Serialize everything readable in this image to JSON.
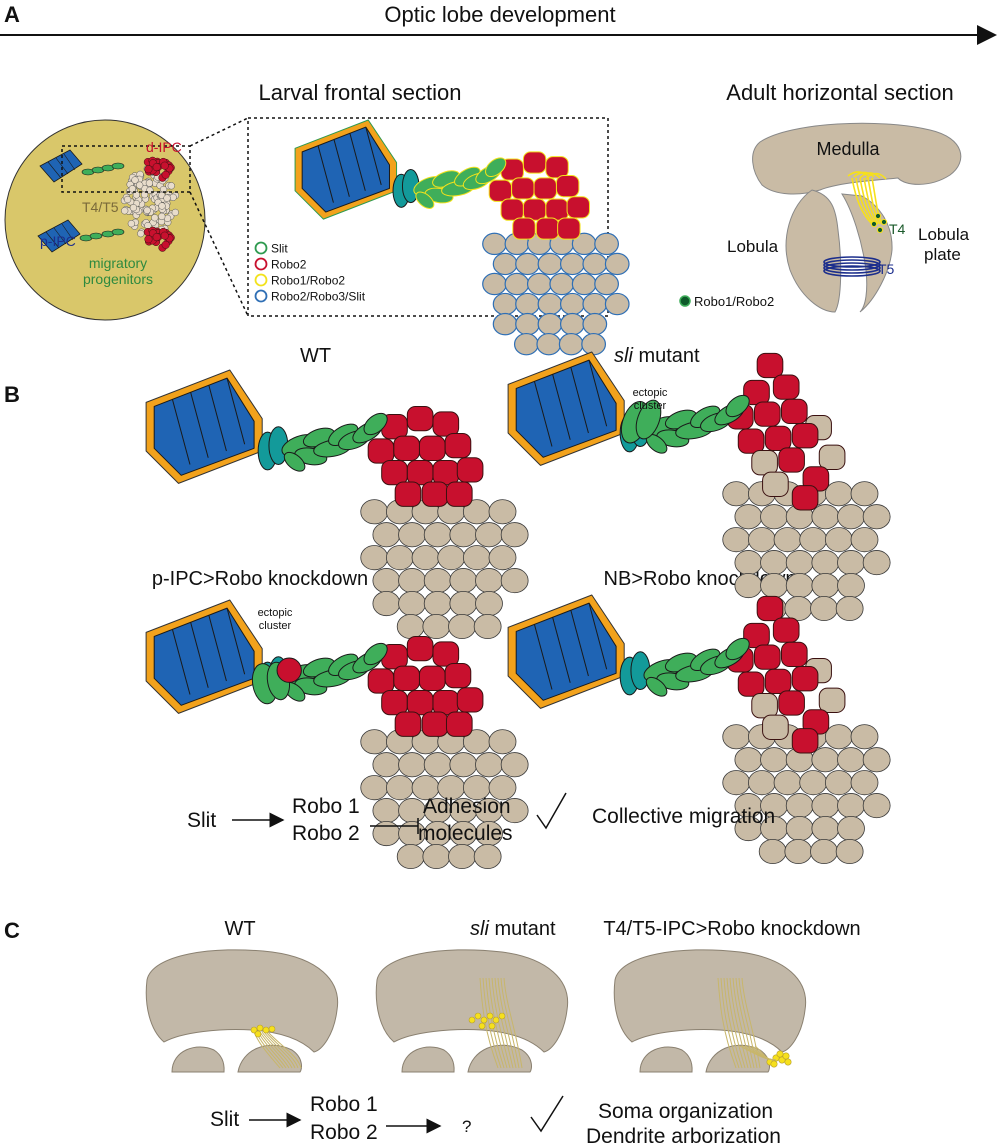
{
  "panel_a": {
    "letter": "A",
    "timeline_label": "Optic lobe development",
    "larval_title": "Larval frontal section",
    "adult_title": "Adult horizontal section",
    "circle_labels": {
      "d_ipc": "d-IPC",
      "t4t5": "T4/T5",
      "p_ipc": "p-IPC",
      "migratory_1": "migratory",
      "migratory_2": "progenitors"
    },
    "legend": [
      {
        "label": "Slit",
        "color": "#2e9a4f"
      },
      {
        "label": "Robo2",
        "color": "#c8102e"
      },
      {
        "label": "Robo1/Robo2",
        "color": "#f2e21c"
      },
      {
        "label": "Robo2/Robo3/Slit",
        "color": "#2f6fb5"
      }
    ],
    "adult_labels": {
      "medulla": "Medulla",
      "lobula": "Lobula",
      "lobula_plate_1": "Lobula",
      "lobula_plate_2": "plate",
      "t4": "T4",
      "t5": "T5",
      "robo_legend": "Robo1/Robo2"
    }
  },
  "panel_b": {
    "letter": "B",
    "titles": {
      "wt": "WT",
      "sli_italic": "sli",
      "sli_rest": " mutant",
      "pipc": "p-IPC>Robo knockdown",
      "nb": "NB>Robo knockdown"
    },
    "ectopic_1": "ectopic",
    "ectopic_2": "cluster",
    "pathway": {
      "slit": "Slit",
      "robo1": "Robo 1",
      "robo2": "Robo 2",
      "adhesion_1": "Adhesion",
      "adhesion_2": "molecules",
      "outcome": "Collective migration"
    }
  },
  "panel_c": {
    "letter": "C",
    "titles": {
      "wt": "WT",
      "sli_italic": "sli",
      "sli_rest": " mutant",
      "t4t5": "T4/T5-IPC>Robo knockdown"
    },
    "pathway": {
      "slit": "Slit",
      "robo1": "Robo 1",
      "robo2": "Robo 2",
      "unknown": "?",
      "outcome_1": "Soma organization",
      "outcome_2": "Dendrite arborization"
    }
  },
  "colors": {
    "blue": "#1f64b4",
    "orange": "#f2a21c",
    "teal": "#139a9a",
    "green": "#3fae5a",
    "red": "#c8102e",
    "tan": "#c9bba5",
    "olive": "#d9c76a",
    "gray": "#c2b8a8",
    "yellow": "#f6e01c",
    "navy": "#1c2e8c"
  }
}
